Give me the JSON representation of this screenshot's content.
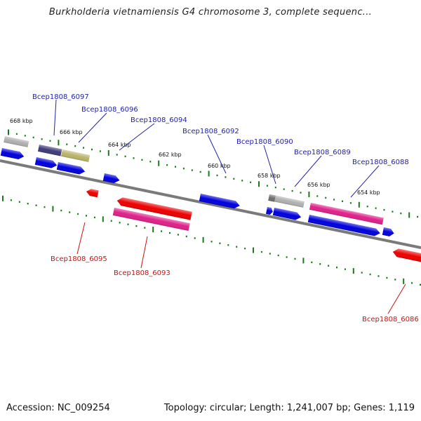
{
  "title": "Burkholderia vietnamiensis G4 chromosome 3, complete sequenc...",
  "footer": {
    "accession": "Accession: NC_009254",
    "stats": "Topology: circular; Length: 1,241,007 bp; Genes: 1,119"
  },
  "colors": {
    "forward_gene": "#0000dd",
    "reverse_gene": "#ee0000",
    "pink_gene": "#e0208a",
    "grey_gene": "#b0b0b0",
    "dark_grey_gene": "#6e6e6e",
    "navy_gene": "#3f3a7a",
    "olive_gene": "#b9b36a",
    "axis": "#808080",
    "tick": "#1a7a1a",
    "label_forward": "#2222aa",
    "label_reverse": "#cc1111"
  },
  "kbp_ticks": [
    "668 kbp",
    "666 kbp",
    "664 kbp",
    "662 kbp",
    "660 kbp",
    "658 kbp",
    "656 kbp",
    "654 kbp"
  ],
  "gene_labels_forward": [
    "Bcep1808_6097",
    "Bcep1808_6096",
    "Bcep1808_6094",
    "Bcep1808_6092",
    "Bcep1808_6090",
    "Bcep1808_6089",
    "Bcep1808_6088"
  ],
  "gene_labels_reverse": [
    "Bcep1808_6095",
    "Bcep1808_6093",
    "Bcep1808_6086"
  ]
}
